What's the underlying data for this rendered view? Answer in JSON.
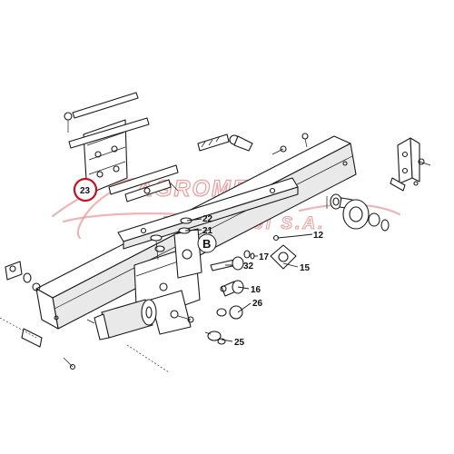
{
  "watermark": {
    "line1": "AGROMEC",
    "line2": "Autodiesel S.A.",
    "color": "#e8a2a2"
  },
  "highlight": {
    "label": "23",
    "color": "#c0121f"
  },
  "section_label": "B",
  "callouts": {
    "p12": "12",
    "p15": "15",
    "p16": "16",
    "p17": "17",
    "p21": "21",
    "p22": "22",
    "p25": "25",
    "p26": "26",
    "p32": "32"
  }
}
